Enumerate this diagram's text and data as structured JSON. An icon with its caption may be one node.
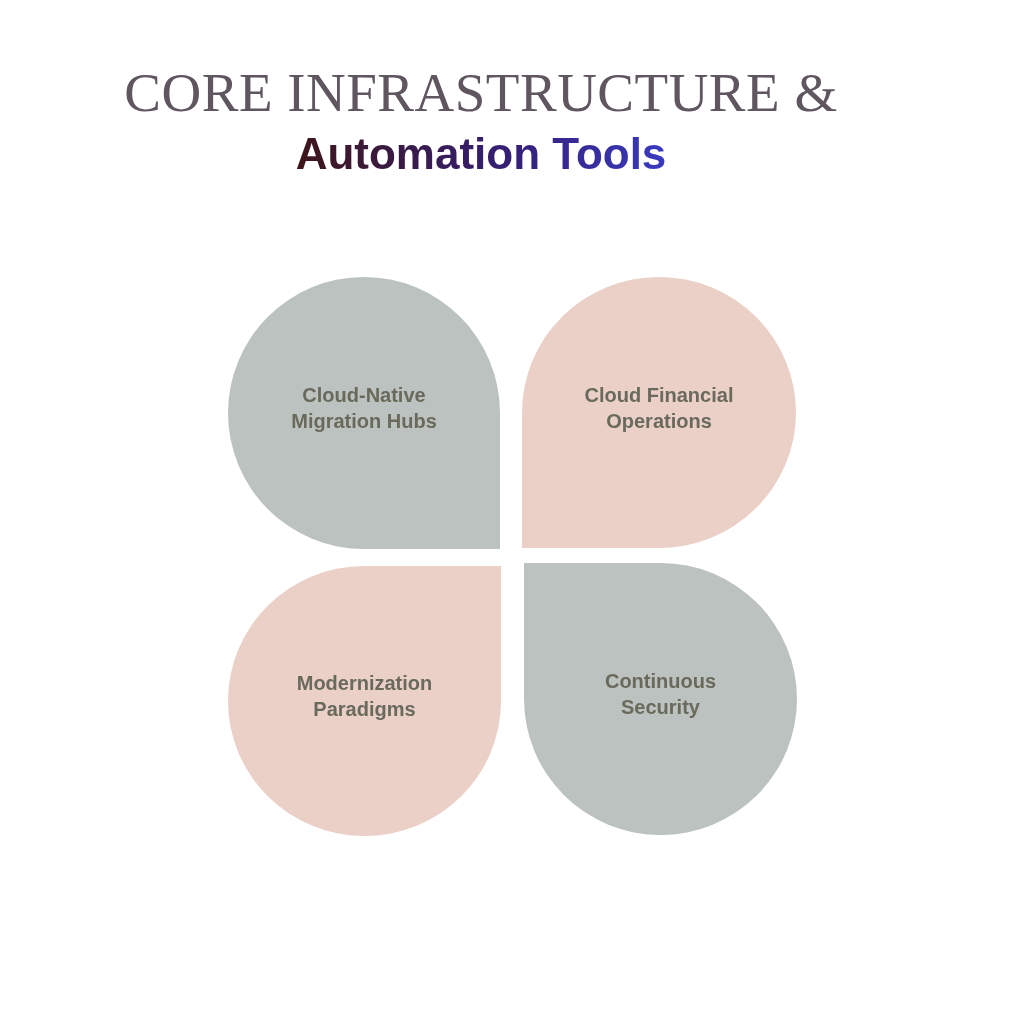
{
  "diagram": {
    "title": "CORE INFRASTRUCTURE & Automation Tools",
    "nodes": [
      {
        "text": [
          "Cloud-Native Migration Hubs"
        ]
      },
      {
        "text": [
          "Cloud Financial Operations"
        ]
      },
      {
        "text": [
          "Modernization Paradigms"
        ]
      },
      {
        "text": [
          "Continuous Security"
        ]
      }
    ]
  }
}
